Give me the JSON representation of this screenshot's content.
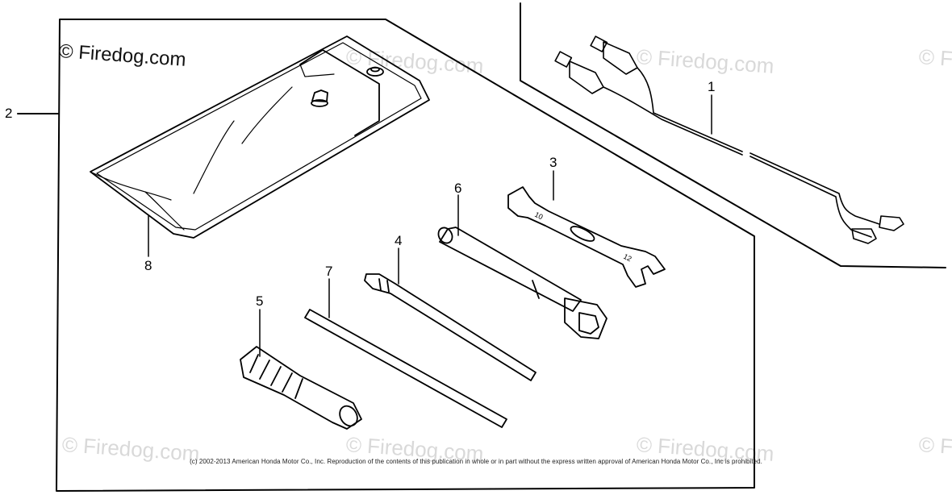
{
  "watermark": {
    "main_text": "© Firedog.com",
    "faint_text": "© Firedog.com"
  },
  "copyright_notice": "(c) 2002-2013 American Honda Motor Co., Inc. Reproduction of the contents of this publication in whole or in part without the express written approval of American Honda Motor Co., Inc is prohibited.",
  "callouts": {
    "part_1": "1",
    "part_2": "2",
    "part_3": "3",
    "part_4": "4",
    "part_5": "5",
    "part_6": "6",
    "part_7": "7",
    "part_8": "8"
  },
  "wrench_marks": {
    "size_small": "10",
    "size_large": "12"
  }
}
